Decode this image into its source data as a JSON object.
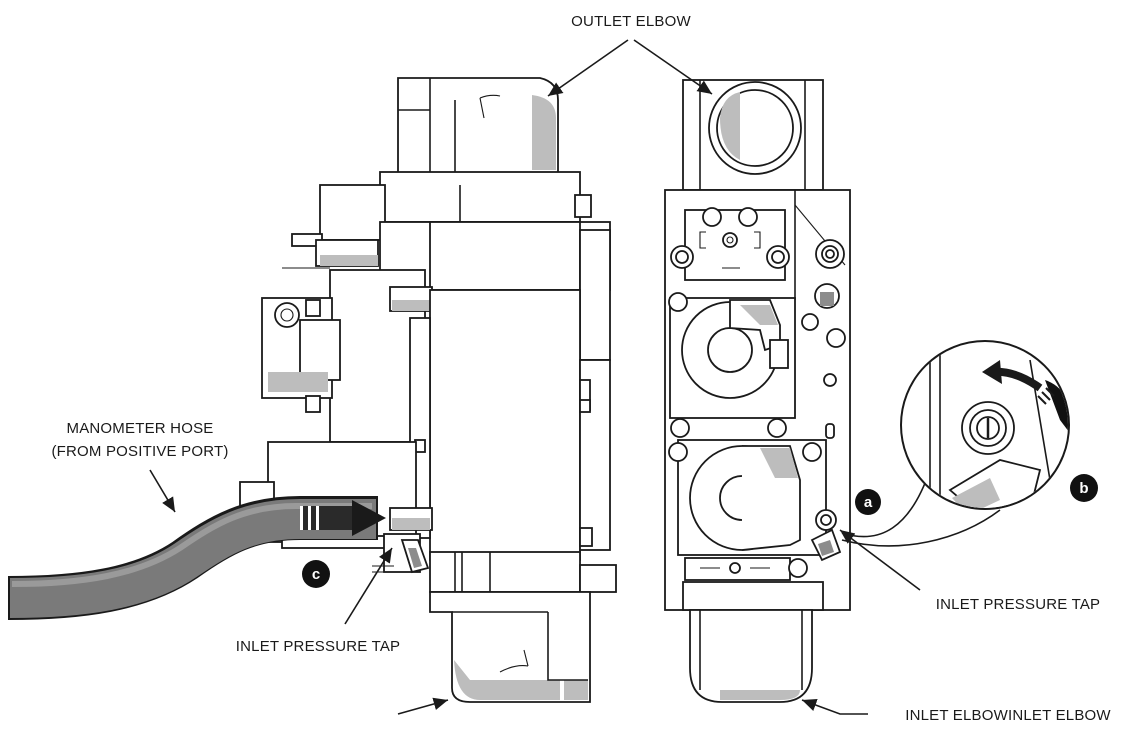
{
  "labels": {
    "outlet_elbow": "OUTLET ELBOW",
    "manometer_hose_line1": "MANOMETER HOSE",
    "manometer_hose_line2": "(FROM POSITIVE PORT)",
    "inlet_pressure_tap_left": "INLET PRESSURE TAP",
    "inlet_pressure_tap_right": "INLET PRESSURE TAP",
    "inlet_elbow": "INLET ELBOWINLET ELBOW"
  },
  "markers": {
    "a": "a",
    "b": "b",
    "c": "c"
  },
  "colors": {
    "line": "#1a1a1a",
    "shade": "#bdbdbd",
    "hose": "#6e6e6e",
    "marker": "#111111"
  }
}
